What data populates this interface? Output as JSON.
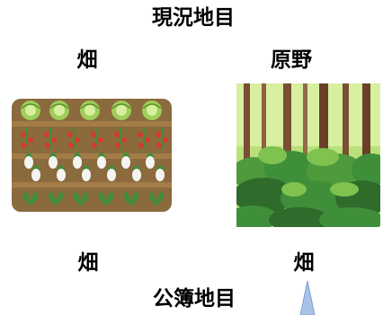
{
  "header": {
    "title": "現況地目"
  },
  "current_use": {
    "left_label": "畑",
    "right_label": "原野"
  },
  "registered_use": {
    "left_label": "畑",
    "right_label": "畑"
  },
  "footer": {
    "title": "公簿地目"
  },
  "illustrations": {
    "left": "field-illustration",
    "right": "forest-illustration"
  },
  "colors": {
    "soil": "#8b6a3e",
    "soil_light": "#a47c47",
    "leaf_green": "#3f8f3a",
    "cabbage": "#9fce5a",
    "tomato": "#d63a2a",
    "radish": "#f4f4f0",
    "forest_light": "#b9e07a",
    "forest_dark": "#2f6b2a",
    "trunk": "#7a4e34",
    "marker": "#a8c3e6"
  }
}
